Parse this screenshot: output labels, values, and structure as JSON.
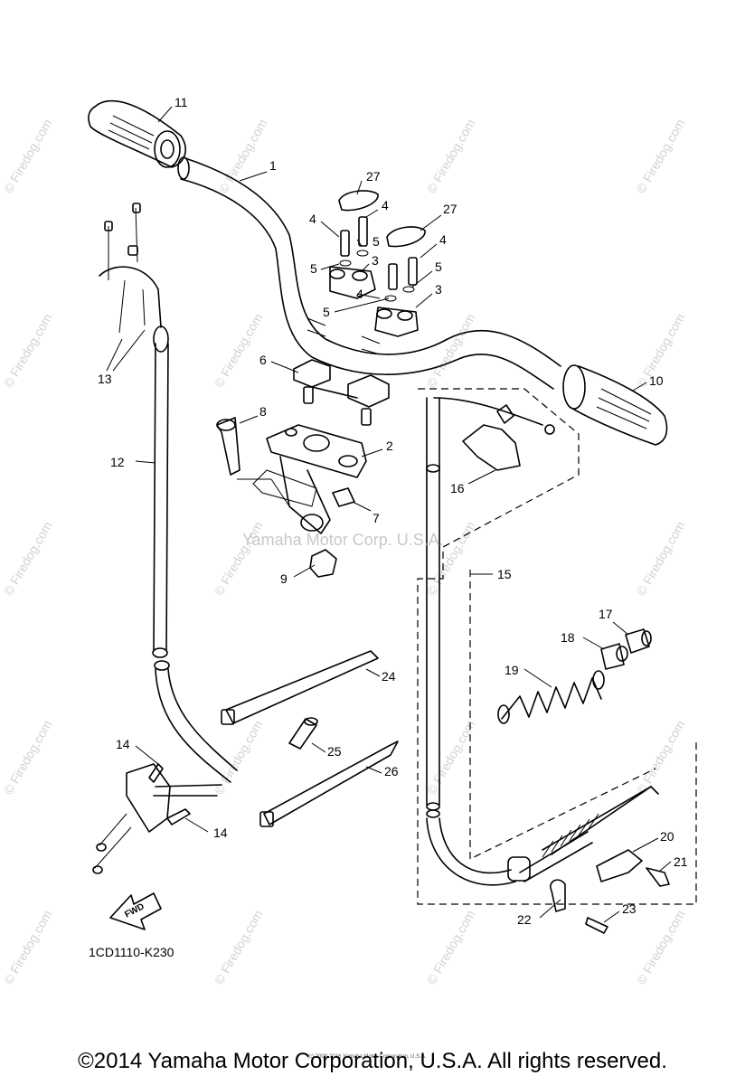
{
  "diagram_code": "1CD1110-K230",
  "center_watermark": "Yamaha Motor Corp. U.S.A.",
  "tile_watermark": "© Firedog.com",
  "fine_print": "(c) 2008-2016 Yamaha Motor Corporation, U.S.A.",
  "fwd_label": "FWD",
  "copyright": "©2014 Yamaha Motor Corporation, U.S.A. All rights reserved.",
  "callouts": {
    "c1": "1",
    "c2": "2",
    "c3a": "3",
    "c3b": "3",
    "c4a": "4",
    "c4b": "4",
    "c4c": "4",
    "c4d": "4",
    "c5a": "5",
    "c5b": "5",
    "c5c": "5",
    "c5d": "5",
    "c6": "6",
    "c7": "7",
    "c8": "8",
    "c9": "9",
    "c10": "10",
    "c11": "11",
    "c12": "12",
    "c13": "13",
    "c14a": "14",
    "c14b": "14",
    "c15": "15",
    "c16": "16",
    "c17": "17",
    "c18": "18",
    "c19": "19",
    "c20": "20",
    "c21": "21",
    "c22": "22",
    "c23": "23",
    "c24": "24",
    "c25": "25",
    "c26": "26",
    "c27a": "27",
    "c27b": "27"
  }
}
